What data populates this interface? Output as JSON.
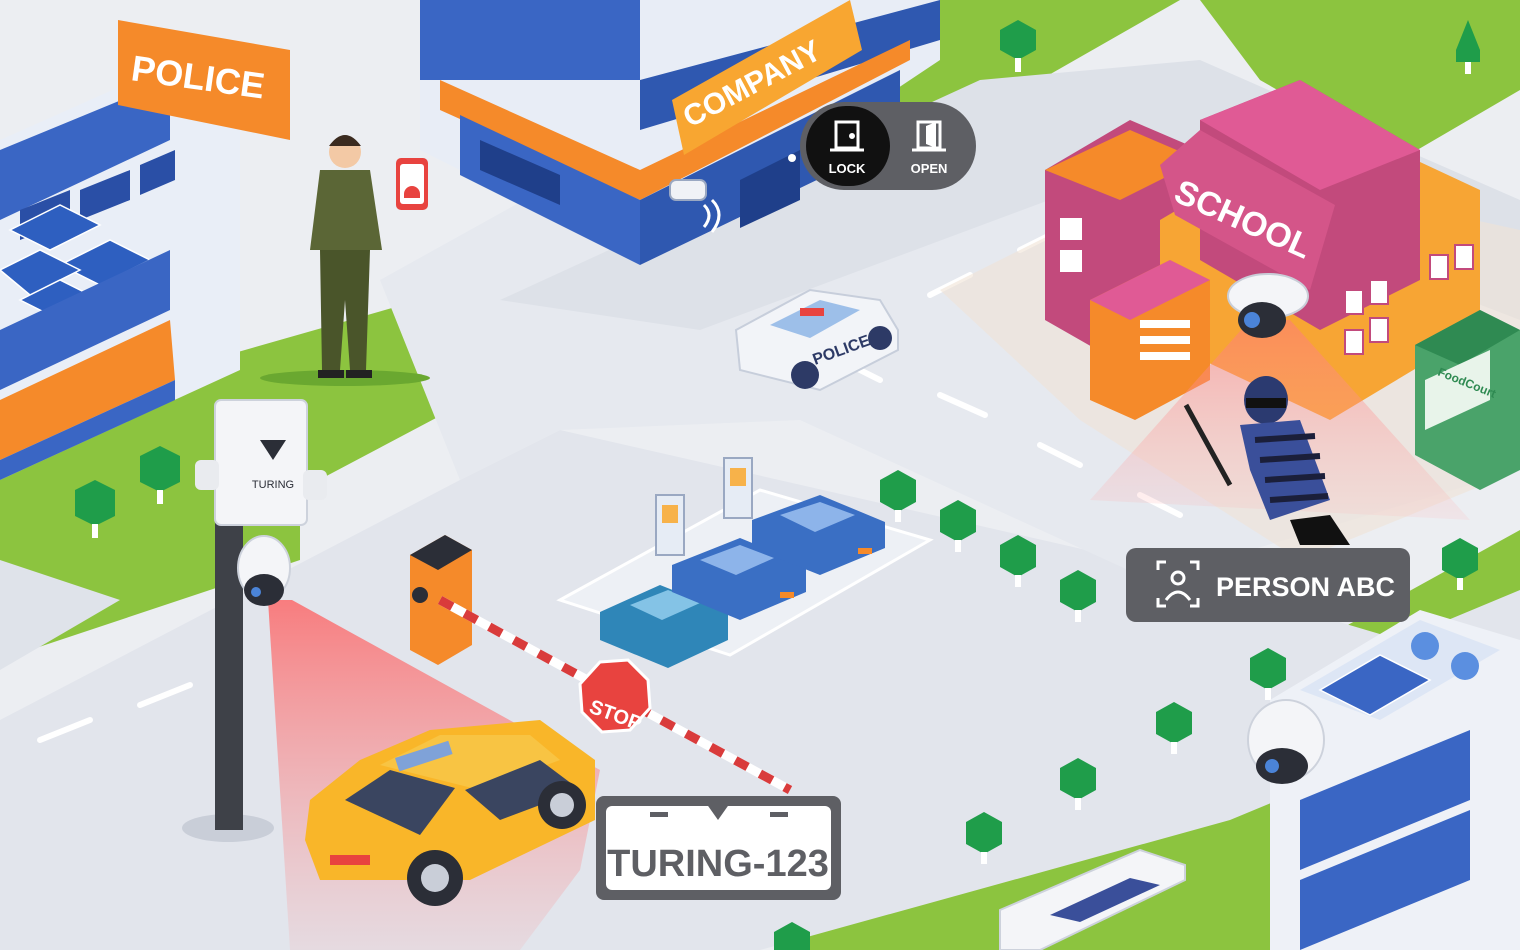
{
  "signs": {
    "police": "POLICE",
    "company": "COMPANY",
    "school": "SCHOOL",
    "foodcourt": "FoodCourt",
    "stop": "STOP",
    "police_car": "POLICE"
  },
  "door_control": {
    "lock_label": "LOCK",
    "open_label": "OPEN",
    "selected": "LOCK"
  },
  "camera_unit": {
    "brand": "TURING"
  },
  "plate_recognition": {
    "plate_text": "TURING-123"
  },
  "face_recognition": {
    "label": "PERSON ABC"
  },
  "colors": {
    "grass": "#8cc43f",
    "road": "#dfe3ea",
    "orange": "#f58a2a",
    "blue_building": "#3a66c4",
    "school_pink": "#c24a7c",
    "school_orange": "#f7a534",
    "alert_red": "#e8433f",
    "label_dark": "#5e5f64",
    "taxi_yellow": "#f9b629"
  },
  "icons": {
    "door_locked": "door-closed-icon",
    "door_open": "door-open-icon",
    "face_scan": "face-scan-icon",
    "alarm": "siren-icon",
    "brand": "turing-logo-icon"
  }
}
